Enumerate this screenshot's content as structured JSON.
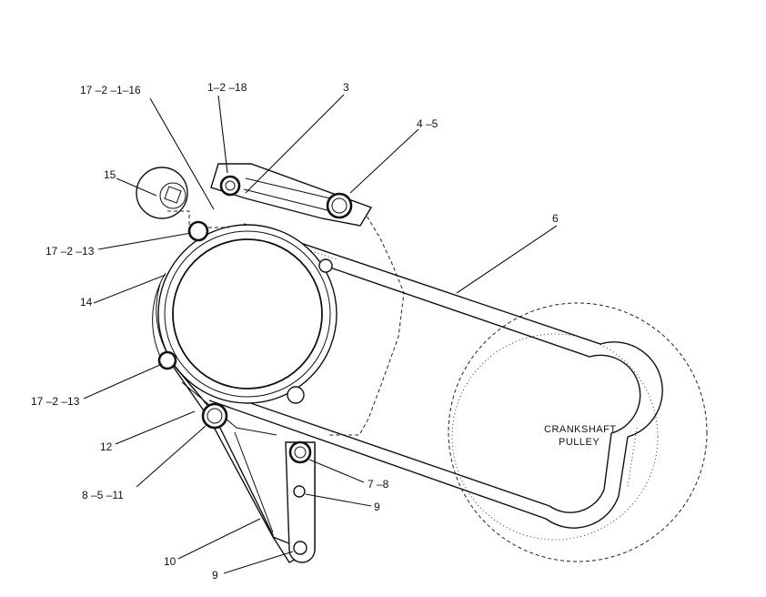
{
  "diagram": {
    "pulley_label_line1": "CRANKSHAFT",
    "pulley_label_line2": "PULLEY",
    "callouts": {
      "c_17_2_1_16": "17 –2 –1–16",
      "c_1_2_18": "1–2 –18",
      "c_3": "3",
      "c_4_5": "4 –5",
      "c_15": "15",
      "c_6": "6",
      "c_17_2_13_top": "17 –2 –13",
      "c_14": "14",
      "c_17_2_13_bottom": "17 –2 –13",
      "c_12": "12",
      "c_8_5_11": "8 –5 –11",
      "c_7_8": "7 –8",
      "c_9_mid": "9",
      "c_10": "10",
      "c_9_bottom": "9"
    }
  }
}
